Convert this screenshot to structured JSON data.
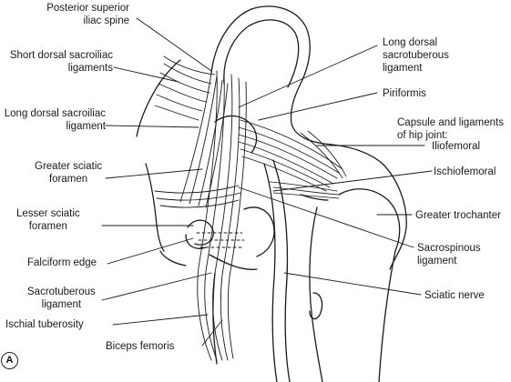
{
  "panel_letter": "A",
  "labels": {
    "posterior_superior_iliac_spine": "Posterior superior\niliac spine",
    "short_dorsal_sacroiliac_ligaments": "Short dorsal sacroiliac\nligaments",
    "long_dorsal_sacroiliac_ligament": "Long dorsal sacroiliac\nligament",
    "greater_sciatic_foramen": "Greater sciatic\nforamen",
    "lesser_sciatic_foramen": "Lesser sciatic\nforamen",
    "falciform_edge": "Falciform edge",
    "sacrotuberous_ligament": "Sacrotuberous\nligament",
    "ischial_tuberosity": "Ischial tuberosity",
    "biceps_femoris": "Biceps femoris",
    "long_dorsal_sacrotuberous_ligament": "Long dorsal\nsacrotuberous\nligament",
    "piriformis": "Piriformis",
    "capsule_and_ligaments_of_hip_joint": "Capsule and ligaments\nof hip joint:",
    "iliofemoral": "Iliofemoral",
    "ischiofemoral": "Ischiofemoral",
    "greater_trochanter": "Greater trochanter",
    "sacrospinous_ligament": "Sacrospinous\nligament",
    "sciatic_nerve": "Sciatic nerve"
  }
}
